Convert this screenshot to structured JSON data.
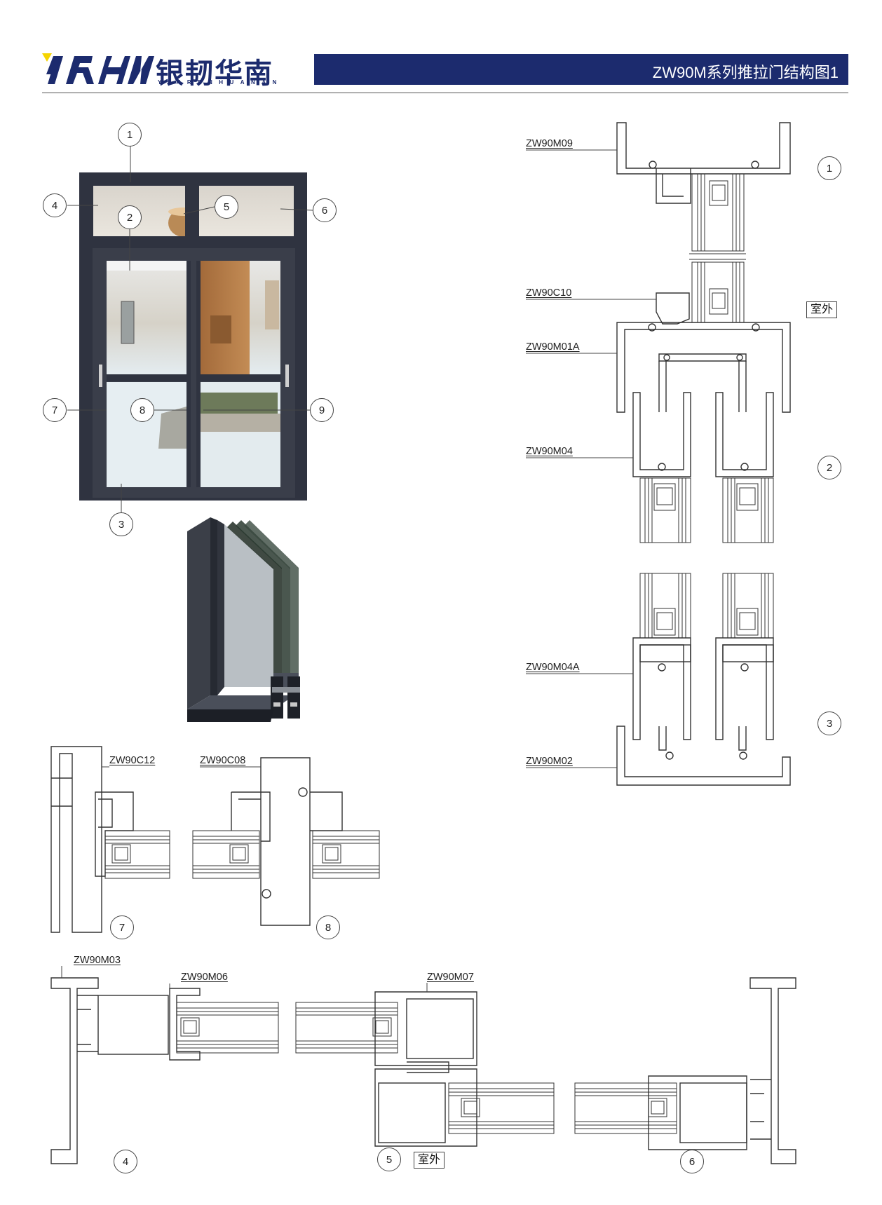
{
  "header": {
    "logo_mark": "YRHN",
    "logo_cn": "银韧华南",
    "logo_pinyin": "YINRENHUANAN",
    "title": "ZW90M系列推拉门结构图1"
  },
  "colors": {
    "brand": "#1c2b6e",
    "accent_yellow": "#f5d400",
    "frame": "#2f3340"
  },
  "door_callouts": [
    "1",
    "2",
    "3",
    "4",
    "5",
    "6",
    "7",
    "8",
    "9"
  ],
  "profile_labels": {
    "top_right": [
      "ZW90M09",
      "ZW90C10",
      "ZW90M01A",
      "ZW90M04",
      "ZW90M04A",
      "ZW90M02"
    ],
    "mid_left": [
      "ZW90C12",
      "ZW90C08"
    ],
    "bottom": [
      "ZW90M03",
      "ZW90M06",
      "ZW90M07"
    ]
  },
  "section_numbers": {
    "right": [
      "1",
      "2",
      "3"
    ],
    "mid": [
      "7",
      "8"
    ],
    "bottom": [
      "4",
      "5",
      "6"
    ]
  },
  "outside_label": "室外"
}
